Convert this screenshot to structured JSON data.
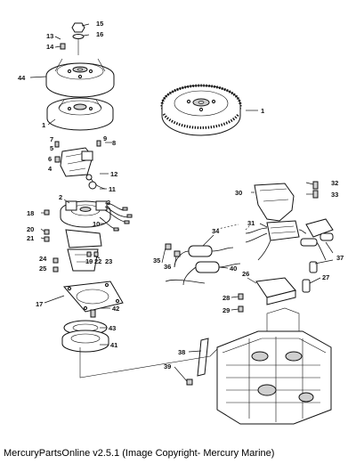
{
  "footer": {
    "caption": "MercuryPartsOnline v2.5.1 (Image Copyright- Mercury Marine)"
  },
  "callouts": {
    "c1a": "1",
    "c1b": "1",
    "c2": "2",
    "c3": "3",
    "c4": "4",
    "c5": "5",
    "c6": "6",
    "c7": "7",
    "c8": "8",
    "c9": "9",
    "c10": "10",
    "c11": "11",
    "c12": "12",
    "c13": "13",
    "c14": "14",
    "c15": "15",
    "c16": "16",
    "c17": "17",
    "c18": "18",
    "c19": "19",
    "c20": "20",
    "c21": "21",
    "c22": "22",
    "c23": "23",
    "c24": "24",
    "c25": "25",
    "c26": "26",
    "c27": "27",
    "c28": "28",
    "c29": "29",
    "c30": "30",
    "c31": "31",
    "c32": "32",
    "c33": "33",
    "c34": "34",
    "c35": "35",
    "c36": "36",
    "c37": "37",
    "c38": "38",
    "c39": "39",
    "c40": "40",
    "c41": "41",
    "c42": "42",
    "c43": "43",
    "c44": "44"
  }
}
